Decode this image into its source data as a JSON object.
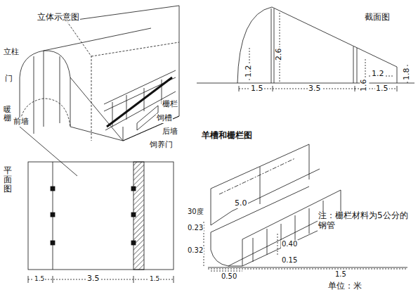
{
  "diagram": {
    "labels": [
      "立体示意图",
      "立柱",
      "门",
      "暖棚",
      "前墙",
      "栅栏",
      "饲槽",
      "后墙",
      "饲养门",
      "截面图",
      "2.6",
      "1.2",
      "1.5",
      "3.5",
      "1.2",
      "1.6",
      "1.8",
      "1.5",
      "平面图",
      "1.5",
      "3.5",
      "1.5",
      "羊槽和栅栏图",
      "5.0",
      "30度",
      "0.23",
      "0.32",
      "0.40",
      "0.15",
      "0.50",
      "1.5",
      "注：栅栏材料为5公分的钢管",
      "单位：米"
    ]
  }
}
